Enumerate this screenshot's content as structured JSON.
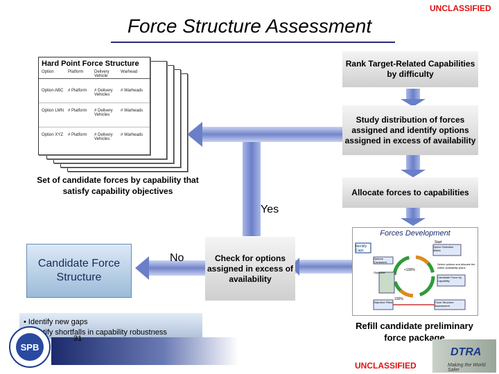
{
  "header": {
    "classification_top": "UNCLASSIFIED",
    "title": "Force Structure Assessment"
  },
  "hardpoint": {
    "title": "Hard Point Force Structure",
    "columns": [
      "Option",
      "Platform",
      "Delivery Vehicle",
      "Warhead"
    ],
    "rows": [
      [
        "Option ABC",
        "# Platform",
        "# Delivery Vehicles",
        "# Warheads"
      ],
      [
        "Option LMN",
        "# Platform",
        "# Delivery Vehicles",
        "# Warheads"
      ],
      [
        "Option XYZ",
        "# Platform",
        "# Delivery Vehicles",
        "# Warheads"
      ]
    ]
  },
  "steps": {
    "rank": "Rank Target-Related Capabilities by difficulty",
    "study": "Study distribution of forces assigned and identify options assigned in excess of availability",
    "allocate": "Allocate forces to capabilities",
    "check": "Check for options assigned in excess of availability",
    "refill": "Refill candidate preliminary force package"
  },
  "labels": {
    "set_of_candidates": "Set of candidate forces by capability that satisfy capability objectives",
    "yes": "Yes",
    "no": "No",
    "candidate": "Candidate Force Structure"
  },
  "notes": {
    "items": [
      "• Identify new gaps",
      "• Identify shortfalls in capability robustness"
    ]
  },
  "forces_dev": {
    "title": "Forces Development",
    "start": "Start",
    "identify_caps": "Identify Caps",
    "options_option_consistent": "Options Consistent",
    "option_selection_matrix": "Option Selection Matrix",
    "select_options": "Select options and allocate the within availability plans",
    "objective": "Objective",
    "pct1": "<100%",
    "rank_caps": "Candidate Force by Capability",
    "pct2": "100%",
    "objective_filled": "Objective Filled",
    "force_structure": "Force Structure Assessment"
  },
  "footer": {
    "page": "31",
    "classification_bottom": "UNCLASSIFIED",
    "dtra_tagline": "Making the World Safer",
    "dtra_logo": "DTRA",
    "left_logo": "SPB"
  },
  "colors": {
    "arrow_blue": "#5a6fb8",
    "arrow_light": "#c9d3f0",
    "classification_red": "#e01010"
  }
}
